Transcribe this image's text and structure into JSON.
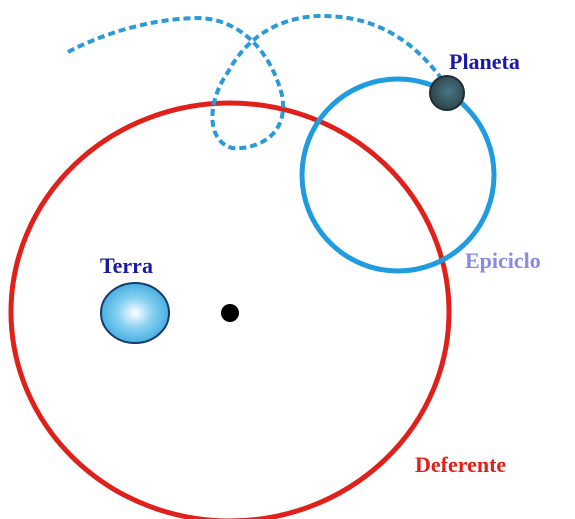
{
  "labels": {
    "planet": "Planeta",
    "epicycle": "Epiciclo",
    "earth": "Terra",
    "deferent": "Deferente"
  },
  "colors": {
    "planet_label": "#1a1aa6",
    "epicycle_label": "#8a8ae6",
    "earth_label": "#1a1aa6",
    "deferent_label": "#e0201a",
    "deferent": "#e0201a",
    "epicycle": "#1f9be0",
    "path": "#2a9ad8",
    "earth_fill": "#5fbde9",
    "earth_stroke": "#1a3a6a",
    "planet_fill": "#35525e",
    "center_dot": "#000000"
  }
}
